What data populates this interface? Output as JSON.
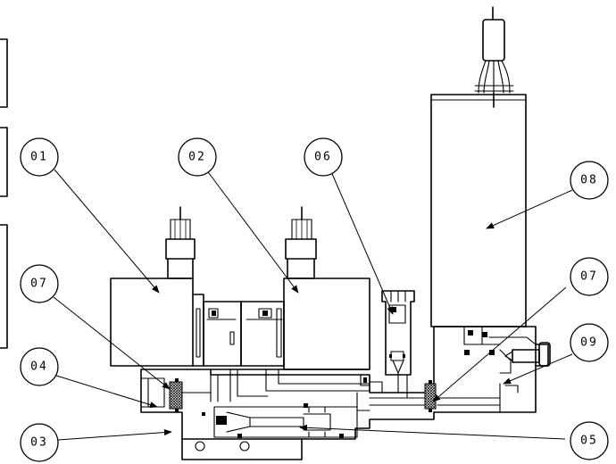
{
  "callouts": [
    {
      "id": "c01",
      "label": "01"
    },
    {
      "id": "c02",
      "label": "02"
    },
    {
      "id": "c06",
      "label": "06"
    },
    {
      "id": "c08",
      "label": "08"
    },
    {
      "id": "c07a",
      "label": "07"
    },
    {
      "id": "c07b",
      "label": "07"
    },
    {
      "id": "c04",
      "label": "04"
    },
    {
      "id": "c09",
      "label": "09"
    },
    {
      "id": "c03",
      "label": "03"
    },
    {
      "id": "c05",
      "label": "05"
    }
  ]
}
